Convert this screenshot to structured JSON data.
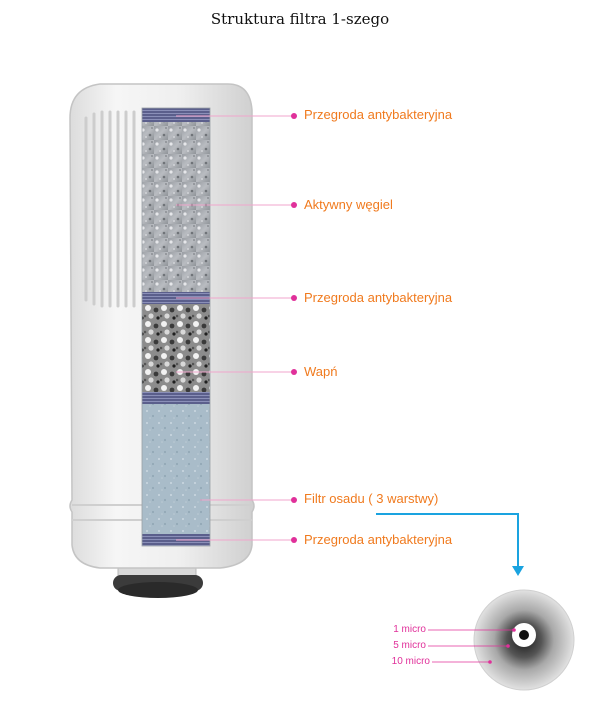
{
  "title": "Struktura filtra 1-szego",
  "labels": {
    "antibacterial_top": "Przegroda antybakteryjna",
    "activated_carbon": "Aktywny węgiel",
    "antibacterial_middle": "Przegroda antybakteryjna",
    "calcium": "Wapń",
    "sediment_filter": "Filtr osadu ( 3 warstwy)",
    "antibacterial_bottom": "Przegroda antybakteryjna"
  },
  "micro_labels": {
    "one": "1 micro",
    "five": "5 micro",
    "ten": "10 micro"
  },
  "colors": {
    "label_text": "#f07a1e",
    "leader_line": "#e0309a",
    "micro_text": "#e0309a",
    "arrow": "#1aa3e0",
    "antibacterial_band": "#5b5f8c"
  }
}
